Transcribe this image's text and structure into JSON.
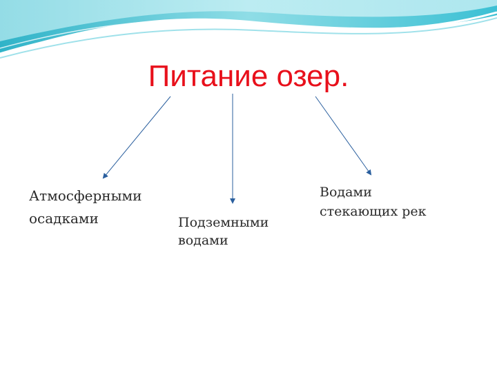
{
  "slide": {
    "title": "Питание озер.",
    "title_color": "#e8101b",
    "arrow_color": "#2a5f9e",
    "sources": [
      {
        "lines": [
          "Атмосферными",
          "осадками"
        ]
      },
      {
        "lines": [
          "Подземными",
          "водами"
        ]
      },
      {
        "lines": [
          "Водами",
          "стекающих рек"
        ]
      }
    ]
  }
}
